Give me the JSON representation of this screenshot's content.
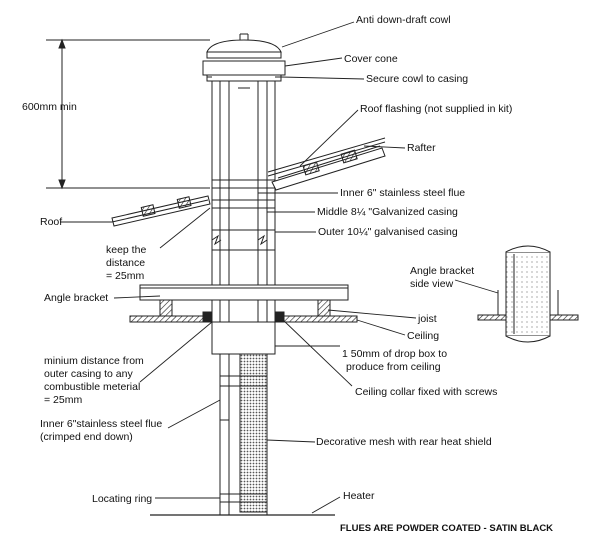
{
  "labels": {
    "anti_down_draft_cowl": "Anti down-draft cowl",
    "cover_cone": "Cover cone",
    "secure_cowl": "Secure cowl to casing",
    "roof_flashing": "Roof flashing (not supplied in kit)",
    "rafter": "Rafter",
    "inner_flue": "Inner 6\" stainless steel flue",
    "middle_casing": "Middle 8¼ \"Galvanized casing",
    "outer_casing": "Outer 10¼\" galvanised casing",
    "roof": "Roof",
    "keep_distance_1": "keep the",
    "keep_distance_2": "distance",
    "keep_distance_3": "= 25mm",
    "angle_bracket": "Angle bracket",
    "angle_bracket_side_1": "Angle bracket",
    "angle_bracket_side_2": "side view",
    "joist": "joist",
    "ceiling": "Ceiling",
    "drop_box_1": "1 50mm of drop box to",
    "drop_box_2": "produce from ceiling",
    "min_distance_1": "minium distance from",
    "min_distance_2": "outer casing to any",
    "min_distance_3": "combustible meterial",
    "min_distance_4": "= 25mm",
    "ceiling_collar": "Ceiling collar fixed with screws",
    "inner_flue_crimped_1": "Inner 6\"stainless steel flue",
    "inner_flue_crimped_2": "(crimped end down)",
    "decorative_mesh": "Decorative mesh with rear heat shield",
    "locating_ring": "Locating ring",
    "heater": "Heater",
    "dimension_600": "600mm min",
    "footer_note": "FLUES ARE POWDER COATED - SATIN BLACK"
  }
}
